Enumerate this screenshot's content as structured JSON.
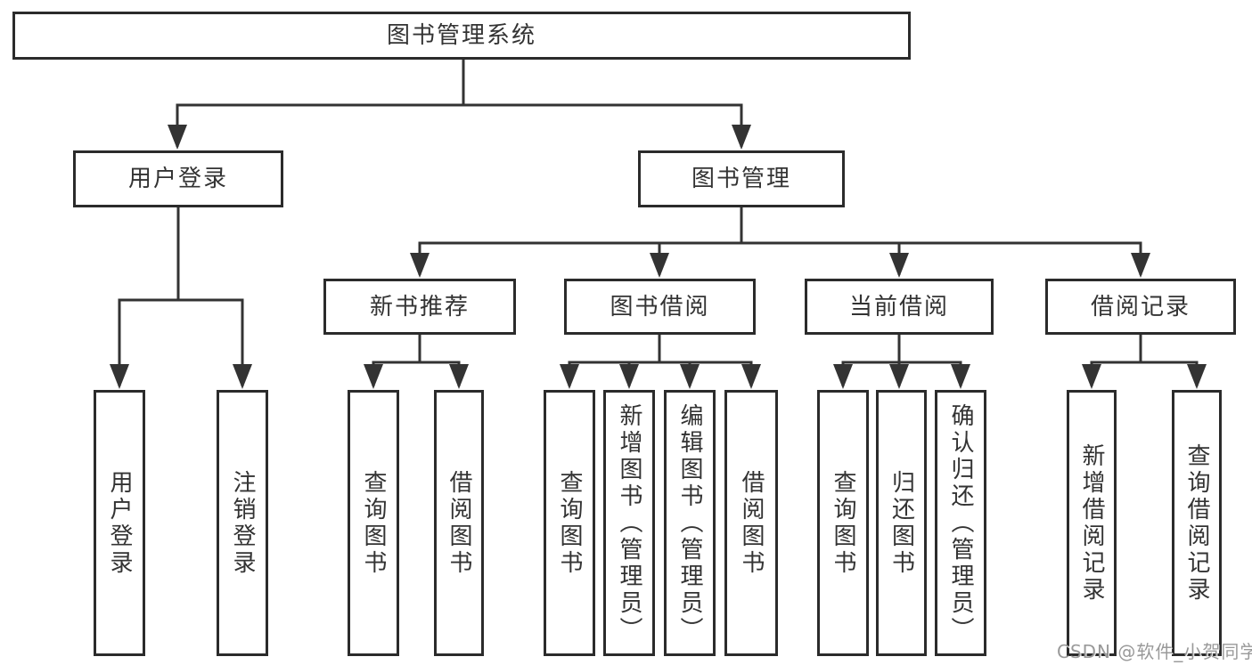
{
  "tree": {
    "label": "图书管理系统",
    "children": [
      {
        "label": "用户登录",
        "children": [
          {
            "label": "用户登录"
          },
          {
            "label": "注销登录"
          }
        ]
      },
      {
        "label": "图书管理",
        "children": [
          {
            "label": "新书推荐",
            "children": [
              {
                "label": "查询图书"
              },
              {
                "label": "借阅图书"
              }
            ]
          },
          {
            "label": "图书借阅",
            "children": [
              {
                "label": "查询图书"
              },
              {
                "label": "新增图书（管理员）"
              },
              {
                "label": "编辑图书（管理员）"
              },
              {
                "label": "借阅图书"
              }
            ]
          },
          {
            "label": "当前借阅",
            "children": [
              {
                "label": "查询图书"
              },
              {
                "label": "归还图书"
              },
              {
                "label": "确认归还（管理员）"
              }
            ]
          },
          {
            "label": "借阅记录",
            "children": [
              {
                "label": "新增借阅记录"
              },
              {
                "label": "查询借阅记录"
              }
            ]
          }
        ]
      }
    ]
  },
  "watermark": {
    "text": "CSDN @软件_小贺同学"
  },
  "colors": {
    "line": "#333333",
    "box_border": "#2b2b2b",
    "text": "#333333",
    "background": "#ffffff",
    "watermark": "#949494"
  }
}
